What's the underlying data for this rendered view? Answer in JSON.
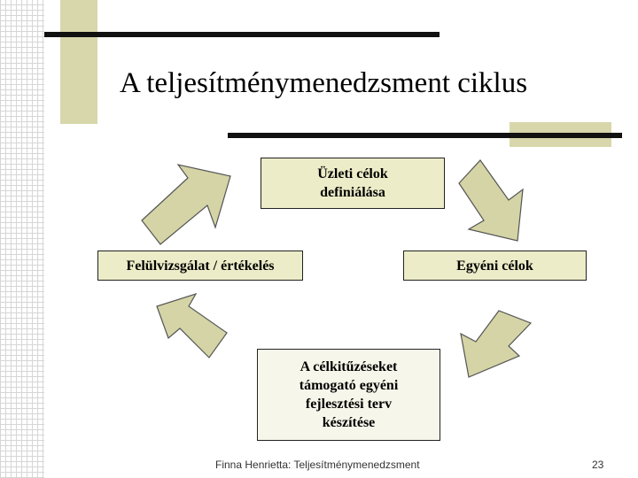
{
  "slide": {
    "title": "A teljesítménymenedzsment ciklus"
  },
  "diagram": {
    "top_box": "Üzleti célok\ndefiniálása",
    "left_box": "Felülvizsgálat / értékelés",
    "right_box": "Egyéni célok",
    "bottom_box": "A célkitűzéseket\ntámogató egyéni\nfejlesztési terv\nkészítése"
  },
  "footer": {
    "author": "Finna Henrietta: Teljesítménymenedzsment",
    "page_number": "23"
  },
  "colors": {
    "accent_olive": "#d7d7ab",
    "arrow_fill": "#d4d4a6",
    "box_fill": "#ececc8"
  }
}
